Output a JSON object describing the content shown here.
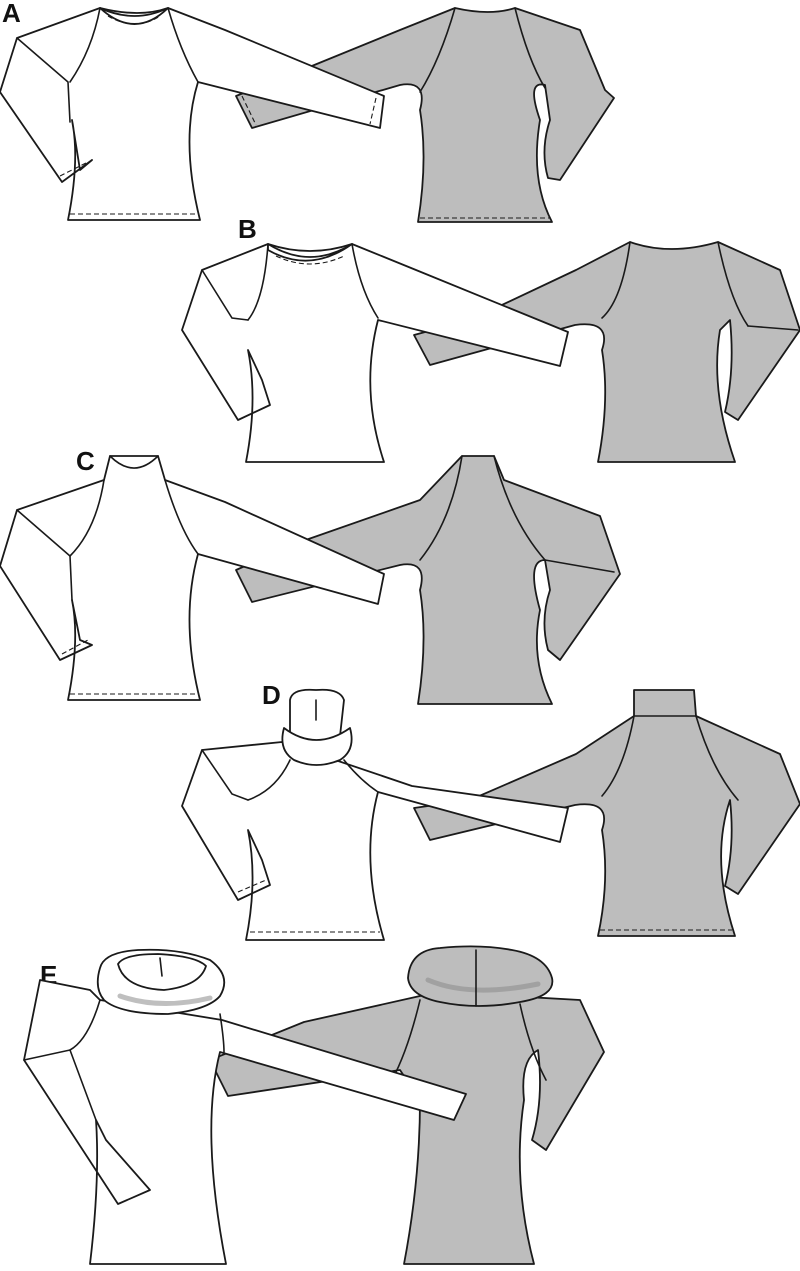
{
  "views": [
    {
      "letter": "A",
      "neck": "scoop"
    },
    {
      "letter": "B",
      "neck": "scoop"
    },
    {
      "letter": "C",
      "neck": "mock"
    },
    {
      "letter": "D",
      "neck": "roll"
    },
    {
      "letter": "E",
      "neck": "cowl"
    }
  ],
  "colors": {
    "front_fill": "#ffffff",
    "back_fill": "#bdbdbd",
    "line": "#1a1a1a"
  }
}
